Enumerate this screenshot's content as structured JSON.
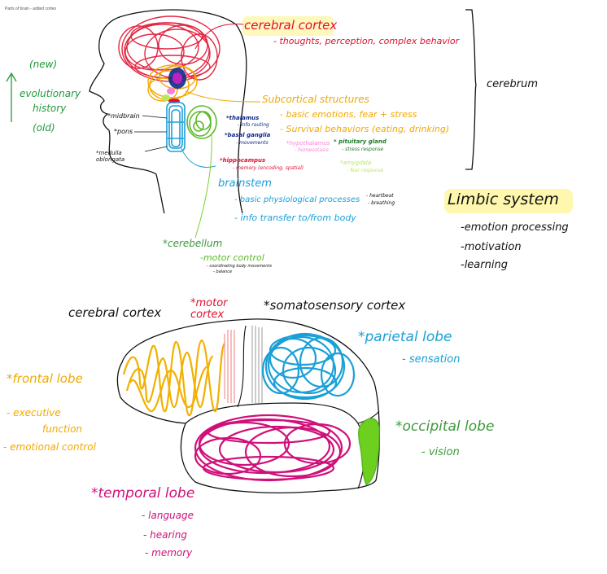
{
  "doc": {
    "title": "Parts of brain - added cortex"
  },
  "colors": {
    "red": "#e01030",
    "orange": "#f2a900",
    "blue": "#1aa0d8",
    "green": "#3a9a3a",
    "lime": "#7bd12a",
    "magenta": "#d0107a",
    "navy": "#102a8a",
    "black": "#111111",
    "gray": "#999999",
    "highlight": "#fff06a"
  },
  "top": {
    "evolution": {
      "newer": "(new)",
      "label1": "evolutionary",
      "label2": "history",
      "older": "(old)"
    },
    "brainstem_parts": {
      "midbrain": "*midbrain",
      "pons": "*pons",
      "medulla": "*medulla oblongata"
    },
    "cerebral_cortex": {
      "title": "cerebral cortex",
      "desc": "- thoughts, perception, complex behavior"
    },
    "cerebrum": "cerebrum",
    "subcortical": {
      "title": "Subcortical structures",
      "item1": "- basic emotions, fear + stress",
      "item2": "- Survival behaviors (eating, drinking)"
    },
    "inner_labels": {
      "thalamus": "*thalamus",
      "thalamus_desc": "- info routing",
      "basal": "*basal ganglia",
      "basal_desc": "- movements",
      "hypothalamus": "*hypothalamus",
      "hypothalamus_desc": "- homeostasis",
      "pituitary": "* pituitary gland",
      "pituitary_desc": "- stress response",
      "hippocampus": "*hippocampus",
      "hippocampus_desc": "- memory (encoding, spatial)",
      "amygdala": "*amygdala",
      "amygdala_desc": "- fear response"
    },
    "brainstem": {
      "title": "brainstem",
      "item1": "- basic physiological processes",
      "item1_note1": "- heartbeat",
      "item1_note2": "- breathing",
      "item2": "- info transfer to/from body"
    },
    "limbic": {
      "title": "Limbic system",
      "item1": "-emotion processing",
      "item2": "-motivation",
      "item3": "-learning"
    },
    "cerebellum": {
      "title": "*cerebellum",
      "item1": "-motor control",
      "item1_note1": "- coordinating body movements",
      "item1_note2": "- balance"
    }
  },
  "bottom": {
    "header1": "cerebral cortex",
    "motor": "*motor cortex",
    "somato": "*somatosensory cortex",
    "frontal": {
      "title": "*frontal lobe",
      "item1": "- executive",
      "item1b": "function",
      "item2": "- emotional control"
    },
    "parietal": {
      "title": "*parietal lobe",
      "item1": "- sensation"
    },
    "occipital": {
      "title": "*occipital lobe",
      "item1": "- vision"
    },
    "temporal": {
      "title": "*temporal lobe",
      "item1": "- language",
      "item2": "- hearing",
      "item3": "- memory"
    }
  }
}
